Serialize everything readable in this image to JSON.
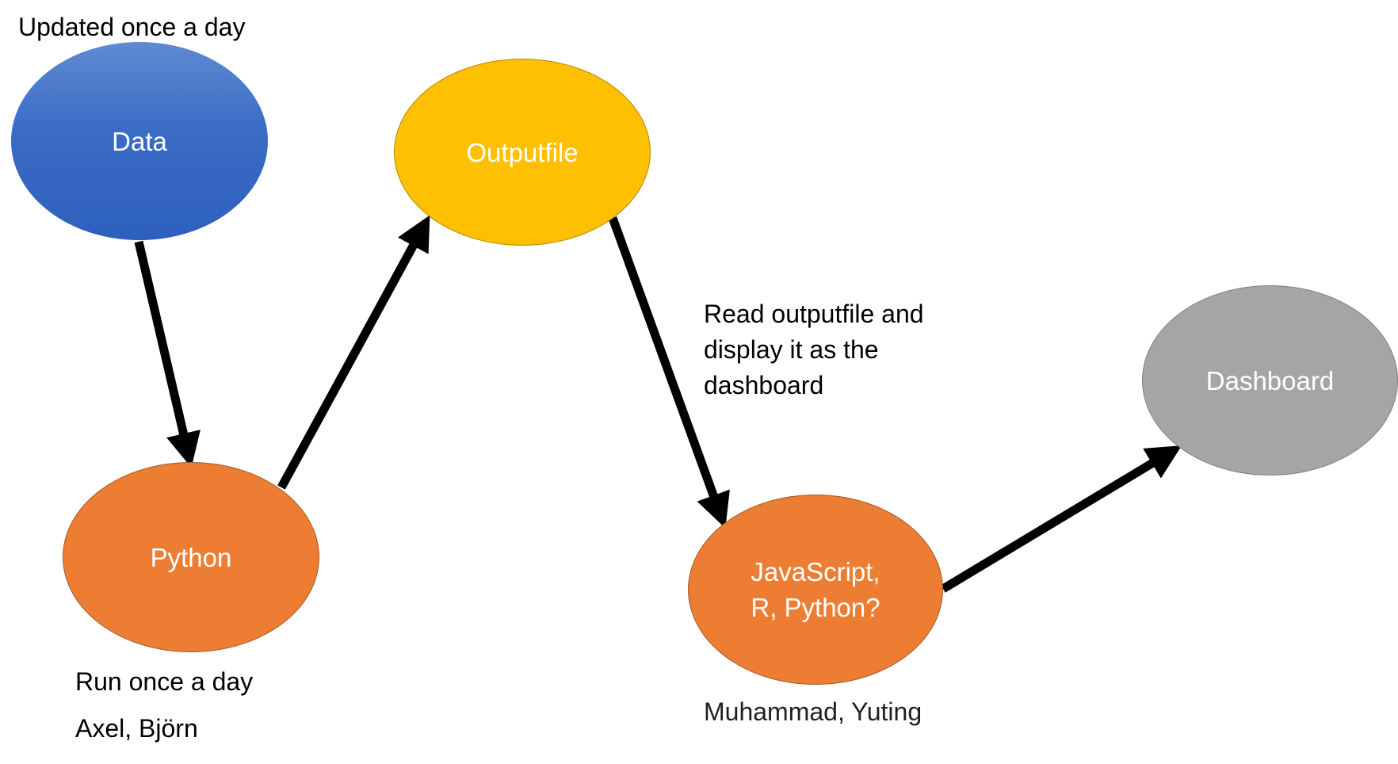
{
  "notes": {
    "updated": "Updated once a day",
    "run": "Run once a day",
    "authors_python": "Axel, Björn",
    "read": "Read outputfile and\ndisplay it as the\ndashboard",
    "authors_js": "Muhammad, Yuting"
  },
  "nodes": {
    "data": "Data",
    "python": "Python",
    "outputfile": "Outputfile",
    "js": "JavaScript,\nR, Python?",
    "dashboard": "Dashboard"
  },
  "edges": [
    {
      "from": "Data",
      "to": "Python"
    },
    {
      "from": "Python",
      "to": "Outputfile"
    },
    {
      "from": "Outputfile",
      "to": "JavaScript, R, Python?"
    },
    {
      "from": "JavaScript, R, Python?",
      "to": "Dashboard"
    }
  ],
  "colors": {
    "data": "#3a6cc6",
    "python": "#ec7d32",
    "outputfile": "#fec000",
    "js": "#ec7d32",
    "dashboard": "#a5a5a5",
    "arrow": "#000000"
  }
}
